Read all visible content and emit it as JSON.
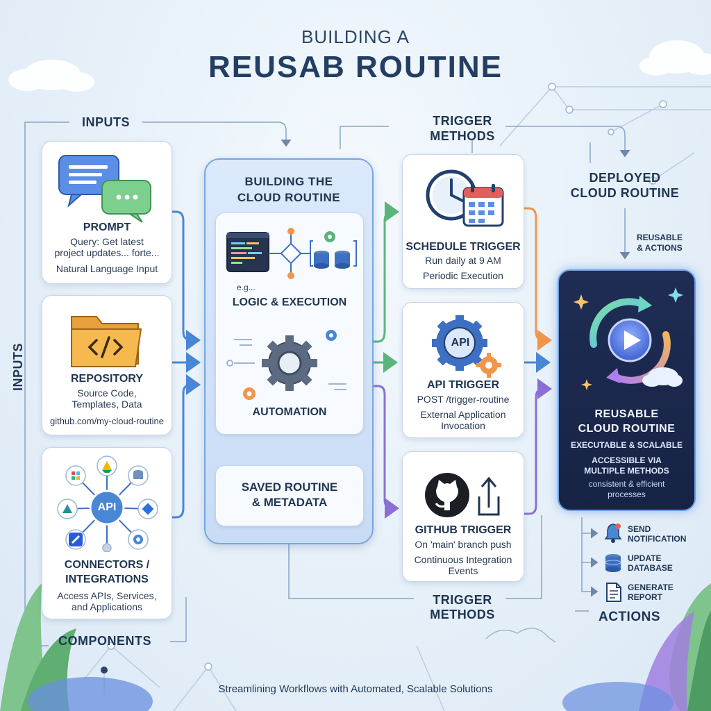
{
  "title": {
    "line1": "BUILDING A",
    "line2": "REUSAB ROUTINE"
  },
  "section_labels": {
    "inputs_top": "INPUTS",
    "inputs_side": "INPUTS",
    "components": "COMPONENTS",
    "trigger_top": "TRIGGER\nMETHODS",
    "trigger_bottom": "TRIGGER\nMETHODS",
    "deployed": "DEPLOYED\nCLOUD ROUTINE",
    "reusable_actions": "REUSABLE\n& ACTIONS",
    "actions": "ACTIONS"
  },
  "inputs": [
    {
      "title": "PROMPT",
      "line1": "Query: Get latest",
      "line2": "project updates... forte...",
      "line3": "Natural Language Input",
      "icon": "chat-bubbles-icon"
    },
    {
      "title": "REPOSITORY",
      "line1": "Source Code,",
      "line2": "Templates, Data",
      "line3": "github.com/my-cloud-routine",
      "icon": "folder-code-icon"
    },
    {
      "title": "CONNECTORS /",
      "title2": "INTEGRATIONS",
      "line1": "Access APIs, Services,",
      "line2": "and Applications",
      "icon": "api-network-icon",
      "hub_label": "API"
    }
  ],
  "center": {
    "title": "BUILDING THE\nCLOUD ROUTINE",
    "eg": "e.g...",
    "logic": "LOGIC & EXECUTION",
    "automation": "AUTOMATION",
    "saved": "SAVED ROUTINE\n& METADATA"
  },
  "triggers": [
    {
      "title": "SCHEDULE TRIGGER",
      "line1": "Run daily at 9 AM",
      "line2": "Periodic Execution",
      "icon": "clock-calendar-icon"
    },
    {
      "title": "API TRIGGER",
      "line1": "POST /trigger-routine",
      "line2": "External Application",
      "line3": "Invocation",
      "icon": "api-gear-icon",
      "badge": "API"
    },
    {
      "title": "GITHUB TRIGGER",
      "line1": "On 'main' branch push",
      "line2": "Continuous Integration",
      "line3": "Events",
      "icon": "github-upload-icon"
    }
  ],
  "deployed": {
    "title": "REUSABLE\nCLOUD ROUTINE",
    "line1": "EXECUTABLE & SCALABLE",
    "line2": "ACCESSIBLE VIA\nMULTIPLE METHODS",
    "line3": "consistent & efficient\nprocesses"
  },
  "actions": [
    {
      "label": "SEND\nNOTIFICATION",
      "icon": "bell-icon"
    },
    {
      "label": "UPDATE\nDATABASE",
      "icon": "database-icon"
    },
    {
      "label": "GENERATE\nREPORT",
      "icon": "document-icon"
    }
  ],
  "footer": "Streamlining Workflows with Automated, Scalable Solutions",
  "colors": {
    "accent_blue": "#4a86d6",
    "green": "#5ab57a",
    "orange": "#f0954a",
    "purple": "#8b6fd6",
    "dark_panel": "#1f2d55"
  }
}
